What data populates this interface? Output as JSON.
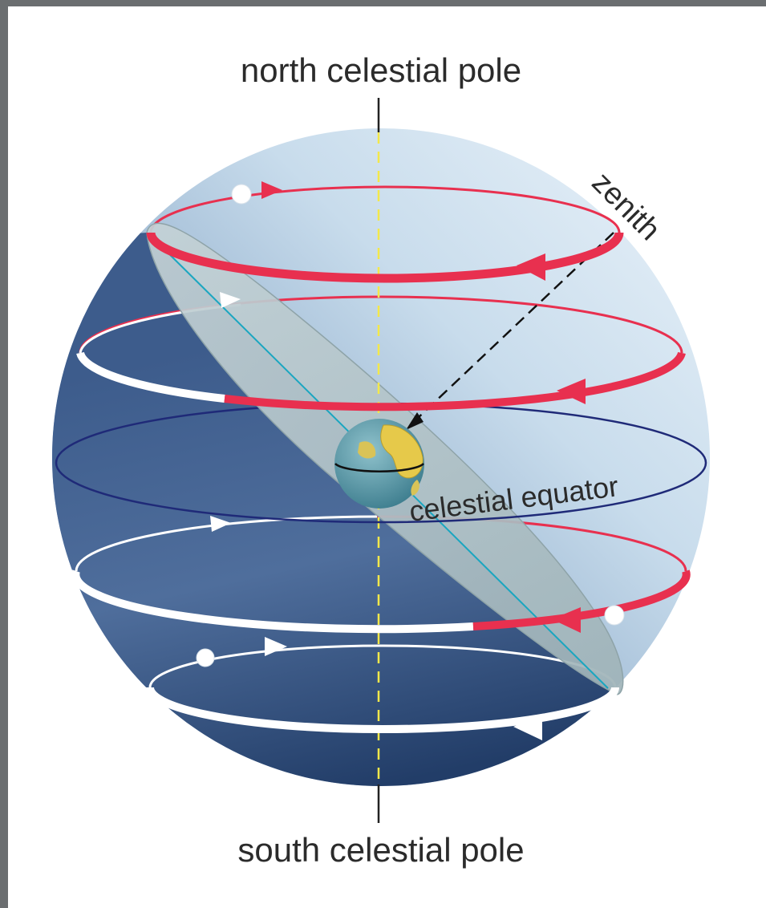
{
  "labels": {
    "north_pole": "north celestial pole",
    "south_pole": "south celestial pole",
    "zenith": "zenith",
    "equator": "celestial equator"
  },
  "colors": {
    "frame": "#6b6e70",
    "background": "#ffffff",
    "sphere_light": "#c9dded",
    "sphere_dark": "#2f4e7e",
    "above_horizon_path": "#e8304f",
    "below_horizon_path": "#ffffff",
    "equator_line": "#1f2a78",
    "horizon_plane": "#b9c8cc",
    "axis_dash": "#f3e84a",
    "meridian_line": "#1aa6c0"
  }
}
